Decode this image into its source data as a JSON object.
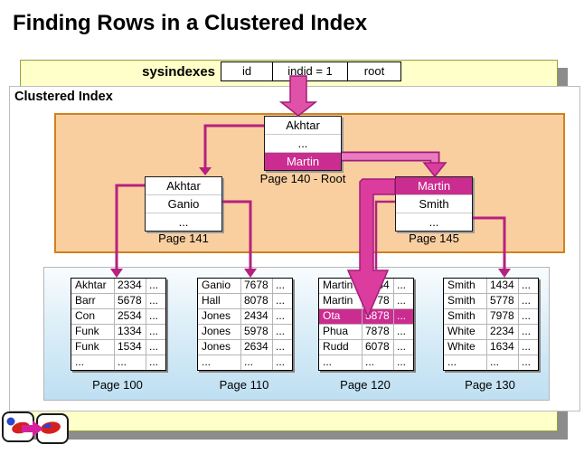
{
  "title": "Finding Rows in a Clustered Index",
  "banner": {
    "table_name": "sysindexes",
    "columns": [
      "id",
      "indid = 1",
      "root"
    ]
  },
  "clustered_index_label": "Clustered Index",
  "root_node": {
    "rows": [
      "Akhtar",
      "...",
      "Martin"
    ],
    "highlighted_row": "Martin",
    "page_label": "Page 140 - Root"
  },
  "left_node": {
    "rows": [
      "Akhtar",
      "Ganio",
      "..."
    ],
    "page_label": "Page 141"
  },
  "right_node": {
    "rows": [
      "Martin",
      "Smith",
      "..."
    ],
    "highlighted_row": "Martin",
    "page_label": "Page 145"
  },
  "leaves": [
    {
      "page_label": "Page 100",
      "rows": [
        [
          "Akhtar",
          "2334",
          "..."
        ],
        [
          "Barr",
          "5678",
          "..."
        ],
        [
          "Con",
          "2534",
          "..."
        ],
        [
          "Funk",
          "1334",
          "..."
        ],
        [
          "Funk",
          "1534",
          "..."
        ],
        [
          "...",
          "...",
          "..."
        ]
      ]
    },
    {
      "page_label": "Page 110",
      "rows": [
        [
          "Ganio",
          "7678",
          "..."
        ],
        [
          "Hall",
          "8078",
          "..."
        ],
        [
          "Jones",
          "2434",
          "..."
        ],
        [
          "Jones",
          "5978",
          "..."
        ],
        [
          "Jones",
          "2634",
          "..."
        ],
        [
          "...",
          "...",
          "..."
        ]
      ]
    },
    {
      "page_label": "Page 120",
      "highlighted_row": "Ota 5878",
      "rows": [
        [
          "Martin",
          "1234",
          "..."
        ],
        [
          "Martin",
          "7778",
          "..."
        ],
        [
          "Ota",
          "5878",
          "..."
        ],
        [
          "Phua",
          "7878",
          "..."
        ],
        [
          "Rudd",
          "6078",
          "..."
        ],
        [
          "...",
          "...",
          "..."
        ]
      ]
    },
    {
      "page_label": "Page 130",
      "rows": [
        [
          "Smith",
          "1434",
          "..."
        ],
        [
          "Smith",
          "5778",
          "..."
        ],
        [
          "Smith",
          "7978",
          "..."
        ],
        [
          "White",
          "2234",
          "..."
        ],
        [
          "White",
          "1634",
          "..."
        ],
        [
          "...",
          "...",
          "..."
        ]
      ]
    }
  ],
  "colors": {
    "highlight": "#cb2c90",
    "link": "#b5217e",
    "path_fill": "#e052a8",
    "path_fill_light": "#e87bbe",
    "path_stroke": "#a21c7a",
    "big_arrow_fill": "#db3c9e",
    "banner_bg": "#ffffc9",
    "orange_bg": "#f9cfa0",
    "orange_border": "#d1821e",
    "leaf_bg_bottom": "#bedff2",
    "nav_arrow": "#d6219c"
  },
  "icons": {
    "nav_slide_1": "pie-chart-slide-icon",
    "nav_slide_2": "pie-chart-slide-icon",
    "nav_arrow": "arrow-right-icon"
  }
}
